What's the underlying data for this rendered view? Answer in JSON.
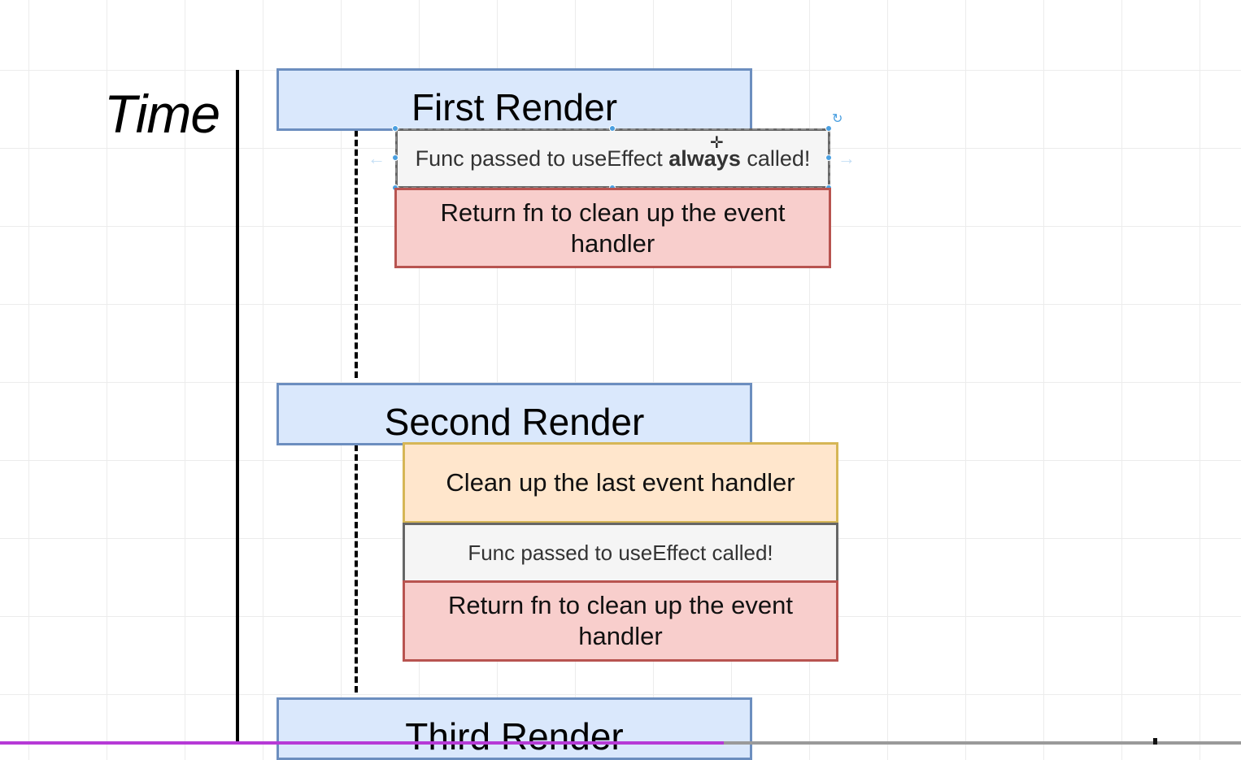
{
  "axis": {
    "label": "Time"
  },
  "renders": {
    "first": {
      "title": "First Render"
    },
    "second": {
      "title": "Second Render"
    },
    "third": {
      "title": "Third Render"
    }
  },
  "first_render_steps": {
    "func_prefix": "Func passed to useEffect ",
    "func_bold": "always",
    "func_suffix": " called!",
    "return_text": "Return fn to clean up the event handler"
  },
  "second_render_steps": {
    "cleanup_text": "Clean up the last event handler",
    "func_text": "Func passed to useEffect called!",
    "return_text": "Return fn to clean up the event handler"
  },
  "icons": {
    "rotate": "rotate-icon",
    "move_cursor": "move-cursor-icon",
    "left_arrow": "arrow-left-icon",
    "right_arrow": "arrow-right-icon"
  },
  "colors": {
    "render_fill": "#dae8fc",
    "render_stroke": "#6c8ebf",
    "return_fill": "#f8cecc",
    "return_stroke": "#b85450",
    "cleanup_fill": "#ffe6cc",
    "cleanup_stroke": "#d6b656",
    "func_fill": "#f5f5f5",
    "func_stroke": "#666666",
    "selection_handle": "#4a9fe0"
  }
}
